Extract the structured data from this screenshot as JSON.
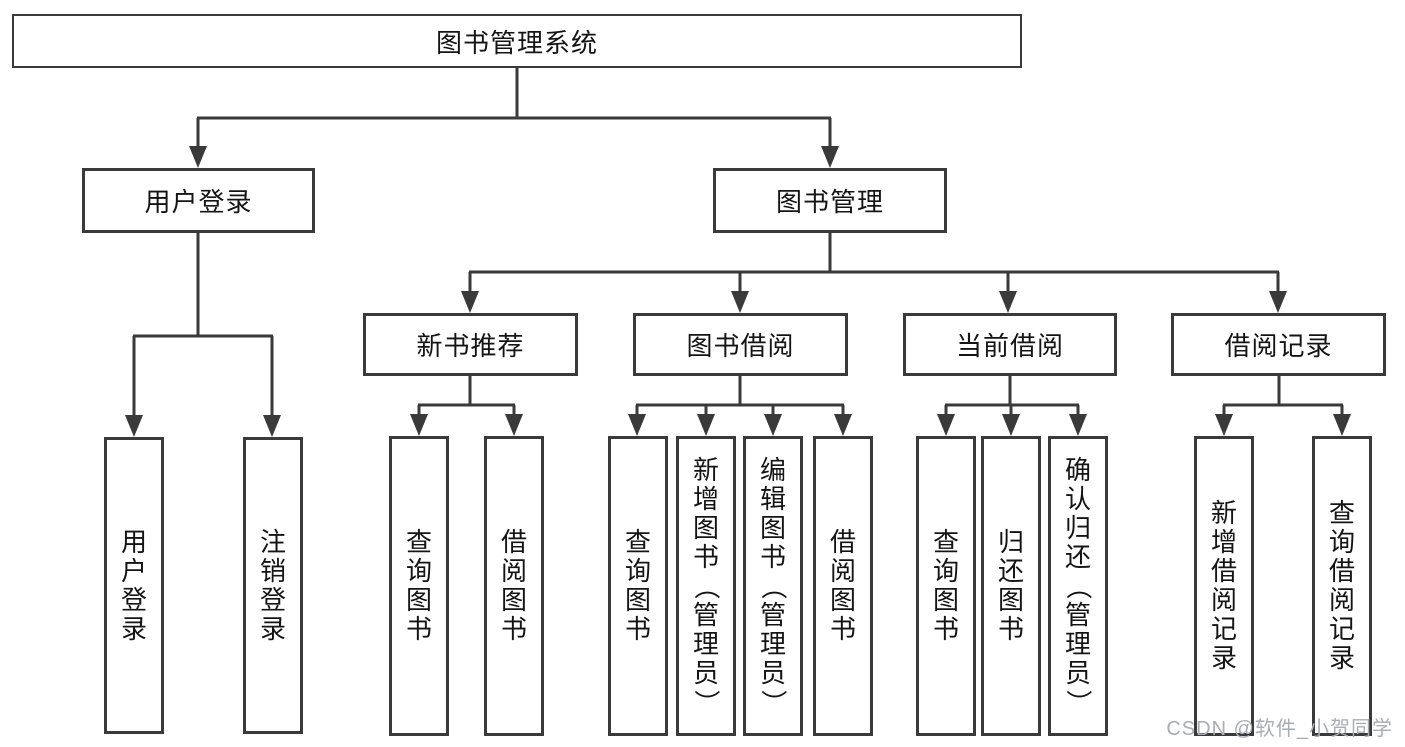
{
  "diagram": {
    "root": {
      "label": "图书管理系统"
    },
    "level2": {
      "user_login": "用户登录",
      "book_management": "图书管理"
    },
    "level3": {
      "new_book_recommend": "新书推荐",
      "book_borrowing": "图书借阅",
      "current_borrowing": "当前借阅",
      "borrowing_records": "借阅记录"
    },
    "leaves": {
      "user_login": "用户登录",
      "logout": "注销登录",
      "recommend_query_books": "查询图书",
      "recommend_borrow_books": "借阅图书",
      "borrowing_query_books": "查询图书",
      "borrowing_add_books_admin": "新增图书（管理员）",
      "borrowing_edit_books_admin": "编辑图书（管理员）",
      "borrowing_borrow_books": "借阅图书",
      "current_query_books": "查询图书",
      "current_return_books": "归还图书",
      "current_confirm_return_admin": "确认归还（管理员）",
      "records_add_record": "新增借阅记录",
      "records_query_record": "查询借阅记录"
    }
  },
  "watermark": {
    "text": "CSDN @软件_小贺同学"
  },
  "colors": {
    "line": "#3a3a3a",
    "node_border": "#3a3a3a",
    "text": "#141414",
    "watermark": "#a9adb2",
    "background": "#ffffff"
  }
}
